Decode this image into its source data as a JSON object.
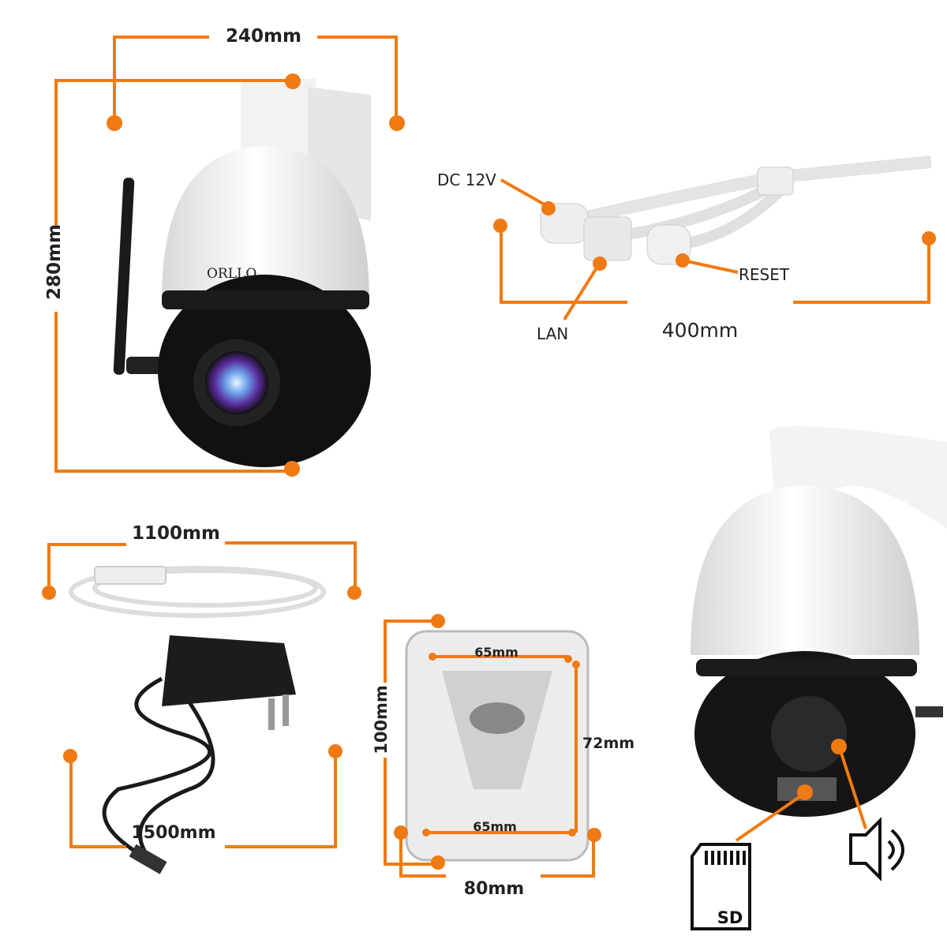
{
  "accent_color": "#f07a12",
  "brand": {
    "logo_text": "ORLLO"
  },
  "dimensions": {
    "camera_width": "240mm",
    "camera_height": "280mm",
    "cable_length": "400mm",
    "lan_cable": "1100mm",
    "power_cable": "1500mm",
    "box_top": "65mm",
    "box_bottom": "65mm",
    "box_height": "100mm",
    "box_inner": "72mm",
    "box_width": "80mm"
  },
  "connectors": {
    "dc": "DC 12V",
    "lan": "LAN",
    "reset": "RESET"
  },
  "icons": {
    "sd_label": "SD",
    "sd": "sd-card-icon",
    "speaker": "speaker-icon"
  }
}
